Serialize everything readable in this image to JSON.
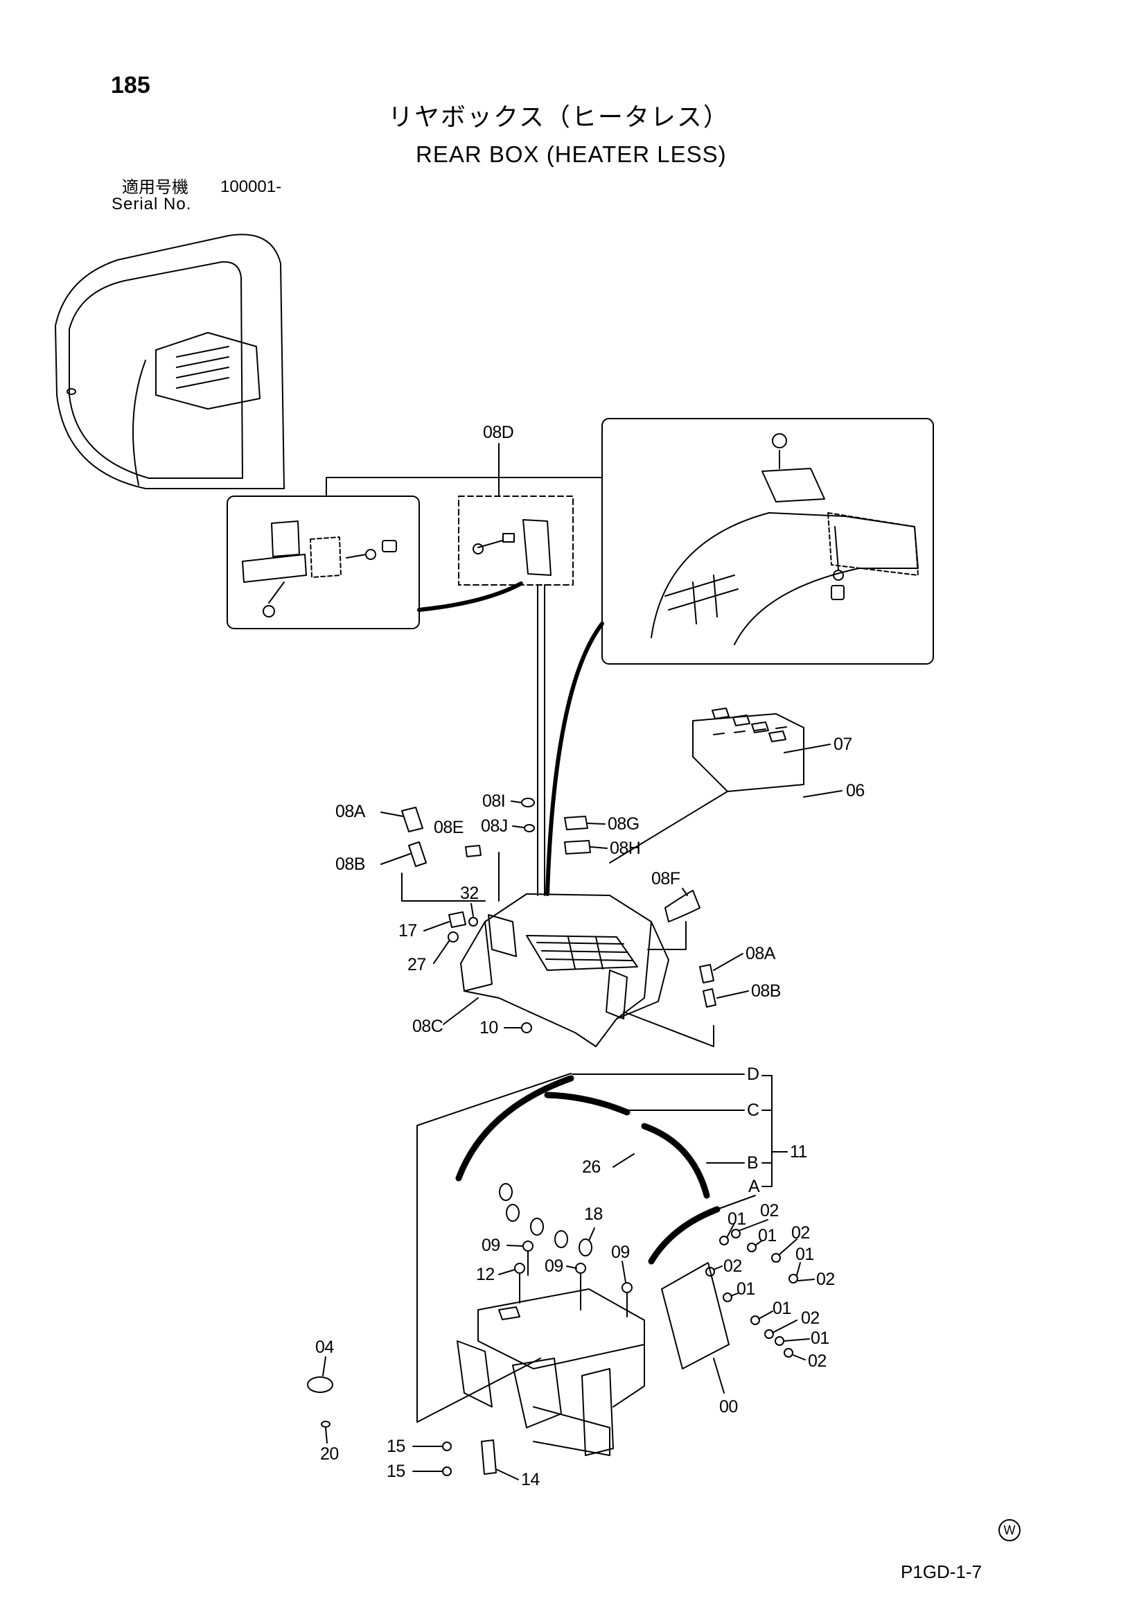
{
  "page_number": "185",
  "title_ja": "リヤボックス（ヒータレス）",
  "title_en": "REAR BOX (HEATER LESS)",
  "serial": {
    "label_ja": "適用号機",
    "value": "100001-",
    "label_en": "Serial No."
  },
  "labels": [
    "08D",
    "07",
    "06",
    "08A",
    "08I",
    "08J",
    "08E",
    "08G",
    "08H",
    "08B",
    "08F",
    "32",
    "17",
    "27",
    "08A",
    "08B",
    "08C",
    "10",
    "D",
    "C",
    "11",
    "B",
    "26",
    "A",
    "01",
    "02",
    "18",
    "01",
    "02",
    "09",
    "09",
    "01",
    "12",
    "09",
    "02",
    "02",
    "01",
    "01",
    "02",
    "01",
    "02",
    "04",
    "00",
    "15",
    "20",
    "15",
    "14"
  ],
  "wear_mark": "W",
  "figure_code": "P1GD-1-7"
}
